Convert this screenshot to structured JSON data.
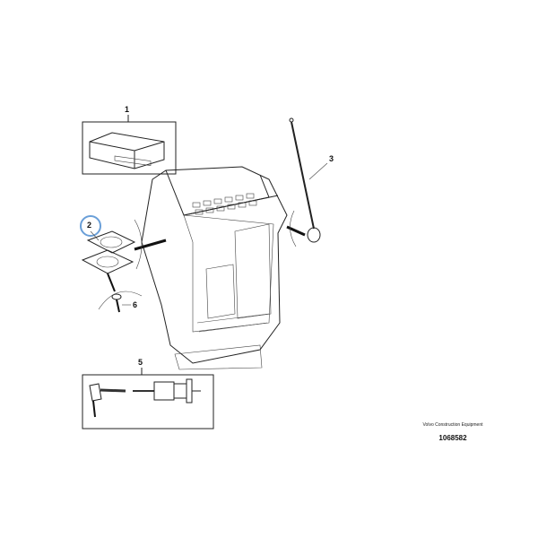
{
  "callouts": {
    "c1": "1",
    "c2": "2",
    "c3": "3",
    "c5": "5",
    "c6": "6"
  },
  "footer": {
    "brand": "Volvo Construction Equipment",
    "part_number": "1068582"
  },
  "highlight_color": "#6a9fd8"
}
